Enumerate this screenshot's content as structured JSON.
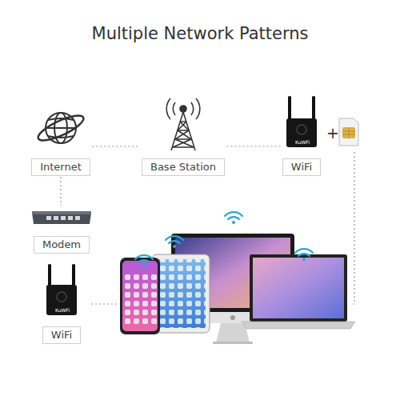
{
  "diagram": {
    "title": "Multiple Network Patterns",
    "nodes": [
      {
        "text": [
          "Internet"
        ]
      },
      {
        "text": [
          "Base Station"
        ]
      },
      {
        "text": [
          "WiFi"
        ]
      },
      {
        "text": [
          "Modem"
        ]
      },
      {
        "text": [
          "WiFi"
        ]
      }
    ],
    "edges": [
      {
        "from": 0,
        "to": 1,
        "arrow": "none"
      },
      {
        "from": 1,
        "to": 2,
        "arrow": "none"
      },
      {
        "from": 0,
        "to": 3,
        "arrow": "none"
      }
    ],
    "labels": [
      "+",
      "KuWFi",
      "KuWFi"
    ]
  }
}
